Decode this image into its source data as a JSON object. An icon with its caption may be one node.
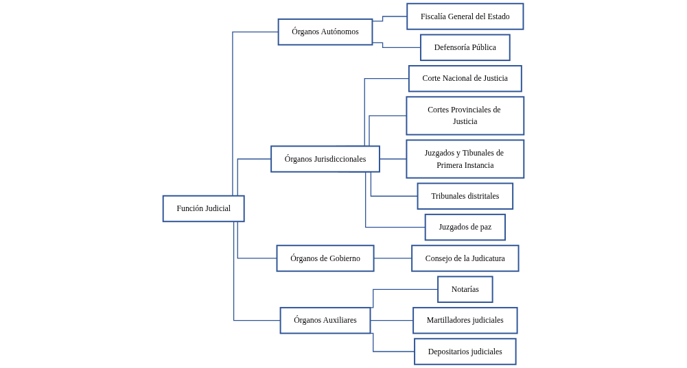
{
  "diagram": {
    "nodes": [
      {
        "text": [
          "Función Judicial"
        ]
      },
      {
        "text": [
          "Órganos Autónomos"
        ]
      },
      {
        "text": [
          "Fiscalía General del Estado"
        ]
      },
      {
        "text": [
          "Defensoría Pública"
        ]
      },
      {
        "text": [
          "Órganos Jurisdiccionales"
        ]
      },
      {
        "text": [
          "Corte Nacional de Justicia"
        ]
      },
      {
        "text": [
          "Cortes Provinciales de Justicia"
        ]
      },
      {
        "text": [
          "Juzgados y Tibunales de Primera Instancia"
        ]
      },
      {
        "text": [
          "Tribunales distritales"
        ]
      },
      {
        "text": [
          "Juzgados de paz"
        ]
      },
      {
        "text": [
          "Órganos de Gobierno"
        ]
      },
      {
        "text": [
          "Consejo de la Judicatura"
        ]
      },
      {
        "text": [
          "Órganos Auxiliares"
        ]
      },
      {
        "text": [
          "Notarías"
        ]
      },
      {
        "text": [
          "Martilladores judiciales"
        ]
      },
      {
        "text": [
          "Depositarios judiciales"
        ]
      }
    ],
    "edges": [
      {
        "from": 0,
        "to": 1,
        "arrow": "none"
      },
      {
        "from": 0,
        "to": 4,
        "arrow": "none"
      },
      {
        "from": 0,
        "to": 10,
        "arrow": "none"
      },
      {
        "from": 0,
        "to": 12,
        "arrow": "none"
      },
      {
        "from": 1,
        "to": 2,
        "arrow": "none"
      },
      {
        "from": 1,
        "to": 3,
        "arrow": "none"
      },
      {
        "from": 4,
        "to": 5,
        "arrow": "none"
      },
      {
        "from": 4,
        "to": 6,
        "arrow": "none"
      },
      {
        "from": 4,
        "to": 7,
        "arrow": "none"
      },
      {
        "from": 4,
        "to": 8,
        "arrow": "none"
      },
      {
        "from": 4,
        "to": 9,
        "arrow": "none"
      },
      {
        "from": 10,
        "to": 11,
        "arrow": "none"
      },
      {
        "from": 12,
        "to": 13,
        "arrow": "none"
      },
      {
        "from": 12,
        "to": 14,
        "arrow": "none"
      },
      {
        "from": 12,
        "to": 15,
        "arrow": "none"
      }
    ]
  }
}
